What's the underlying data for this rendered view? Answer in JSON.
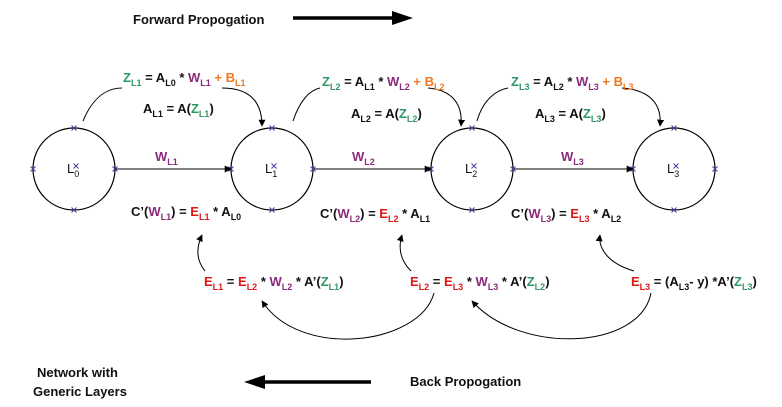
{
  "colors": {
    "black": "#111111",
    "weight": "#8b2a7a",
    "z": "#2e9a63",
    "bias": "#f07820",
    "error": "#e01818",
    "node_marker": "#4a3aa8"
  },
  "header": {
    "forward_label": "Forward Propogation",
    "back_label": "Back Propogation",
    "network_title_line1": "Network with",
    "network_title_line2": "Generic Layers"
  },
  "nodes": [
    {
      "name": "L",
      "sub": "0"
    },
    {
      "name": "L",
      "sub": "1"
    },
    {
      "name": "L",
      "sub": "2"
    },
    {
      "name": "L",
      "sub": "3"
    }
  ],
  "weights": [
    {
      "name": "W",
      "sub": "L1"
    },
    {
      "name": "W",
      "sub": "L2"
    },
    {
      "name": "W",
      "sub": "L3"
    }
  ],
  "z_equations": [
    [
      {
        "t": "Z",
        "c": "z"
      },
      {
        "t": "L1",
        "c": "z",
        "sub": true
      },
      {
        "t": " = A",
        "c": "black"
      },
      {
        "t": "L0",
        "c": "black",
        "sub": true
      },
      {
        "t": " * ",
        "c": "black"
      },
      {
        "t": "W",
        "c": "weight"
      },
      {
        "t": "L1",
        "c": "weight",
        "sub": true
      },
      {
        "t": " + B",
        "c": "bias"
      },
      {
        "t": "L1",
        "c": "bias",
        "sub": true
      }
    ],
    [
      {
        "t": "Z",
        "c": "z"
      },
      {
        "t": "L2",
        "c": "z",
        "sub": true
      },
      {
        "t": " = A",
        "c": "black"
      },
      {
        "t": "L1",
        "c": "black",
        "sub": true
      },
      {
        "t": " * ",
        "c": "black"
      },
      {
        "t": "W",
        "c": "weight"
      },
      {
        "t": "L2",
        "c": "weight",
        "sub": true
      },
      {
        "t": " + B",
        "c": "bias"
      },
      {
        "t": "L2",
        "c": "bias",
        "sub": true
      }
    ],
    [
      {
        "t": "Z",
        "c": "z"
      },
      {
        "t": "L3",
        "c": "z",
        "sub": true
      },
      {
        "t": " = A",
        "c": "black"
      },
      {
        "t": "L2",
        "c": "black",
        "sub": true
      },
      {
        "t": " * ",
        "c": "black"
      },
      {
        "t": "W",
        "c": "weight"
      },
      {
        "t": "L3",
        "c": "weight",
        "sub": true
      },
      {
        "t": " + B",
        "c": "bias"
      },
      {
        "t": "L3",
        "c": "bias",
        "sub": true
      }
    ]
  ],
  "a_equations": [
    [
      {
        "t": "A",
        "c": "black"
      },
      {
        "t": "L1",
        "c": "black",
        "sub": true
      },
      {
        "t": " = A(",
        "c": "black"
      },
      {
        "t": "Z",
        "c": "z"
      },
      {
        "t": "L1",
        "c": "z",
        "sub": true
      },
      {
        "t": ")",
        "c": "black"
      }
    ],
    [
      {
        "t": "A",
        "c": "black"
      },
      {
        "t": "L2",
        "c": "black",
        "sub": true
      },
      {
        "t": " = A(",
        "c": "black"
      },
      {
        "t": "Z",
        "c": "z"
      },
      {
        "t": "L2",
        "c": "z",
        "sub": true
      },
      {
        "t": ")",
        "c": "black"
      }
    ],
    [
      {
        "t": "A",
        "c": "black"
      },
      {
        "t": "L3",
        "c": "black",
        "sub": true
      },
      {
        "t": " = A(",
        "c": "black"
      },
      {
        "t": "Z",
        "c": "z"
      },
      {
        "t": "L3",
        "c": "z",
        "sub": true
      },
      {
        "t": ")",
        "c": "black"
      }
    ]
  ],
  "cost_equations": [
    [
      {
        "t": "C’(",
        "c": "black"
      },
      {
        "t": "W",
        "c": "weight"
      },
      {
        "t": "L1",
        "c": "weight",
        "sub": true
      },
      {
        "t": ") = ",
        "c": "black"
      },
      {
        "t": "E",
        "c": "error"
      },
      {
        "t": "L1",
        "c": "error",
        "sub": true
      },
      {
        "t": " * A",
        "c": "black"
      },
      {
        "t": "L0",
        "c": "black",
        "sub": true
      }
    ],
    [
      {
        "t": "C’(",
        "c": "black"
      },
      {
        "t": "W",
        "c": "weight"
      },
      {
        "t": "L2",
        "c": "weight",
        "sub": true
      },
      {
        "t": ") = ",
        "c": "black"
      },
      {
        "t": "E",
        "c": "error"
      },
      {
        "t": "L2",
        "c": "error",
        "sub": true
      },
      {
        "t": " * A",
        "c": "black"
      },
      {
        "t": "L1",
        "c": "black",
        "sub": true
      }
    ],
    [
      {
        "t": "C’(",
        "c": "black"
      },
      {
        "t": "W",
        "c": "weight"
      },
      {
        "t": "L3",
        "c": "weight",
        "sub": true
      },
      {
        "t": ") = ",
        "c": "black"
      },
      {
        "t": "E",
        "c": "error"
      },
      {
        "t": "L3",
        "c": "error",
        "sub": true
      },
      {
        "t": " * A",
        "c": "black"
      },
      {
        "t": "L2",
        "c": "black",
        "sub": true
      }
    ]
  ],
  "error_equations": [
    [
      {
        "t": "E",
        "c": "error"
      },
      {
        "t": "L1",
        "c": "error",
        "sub": true
      },
      {
        "t": " = ",
        "c": "black"
      },
      {
        "t": "E",
        "c": "error"
      },
      {
        "t": "L2",
        "c": "error",
        "sub": true
      },
      {
        "t": " * ",
        "c": "black"
      },
      {
        "t": "W",
        "c": "weight"
      },
      {
        "t": "L2",
        "c": "weight",
        "sub": true
      },
      {
        "t": " * A’(",
        "c": "black"
      },
      {
        "t": "Z",
        "c": "z"
      },
      {
        "t": "L1",
        "c": "z",
        "sub": true
      },
      {
        "t": ")",
        "c": "black"
      }
    ],
    [
      {
        "t": "E",
        "c": "error"
      },
      {
        "t": "L2",
        "c": "error",
        "sub": true
      },
      {
        "t": " = ",
        "c": "black"
      },
      {
        "t": "E",
        "c": "error"
      },
      {
        "t": "L3",
        "c": "error",
        "sub": true
      },
      {
        "t": " * ",
        "c": "black"
      },
      {
        "t": "W",
        "c": "weight"
      },
      {
        "t": "L3",
        "c": "weight",
        "sub": true
      },
      {
        "t": " * A’(",
        "c": "black"
      },
      {
        "t": "Z",
        "c": "z"
      },
      {
        "t": "L2",
        "c": "z",
        "sub": true
      },
      {
        "t": ")",
        "c": "black"
      }
    ],
    [
      {
        "t": "E",
        "c": "error"
      },
      {
        "t": "L3",
        "c": "error",
        "sub": true
      },
      {
        "t": " = (A",
        "c": "black"
      },
      {
        "t": "L3",
        "c": "black",
        "sub": true
      },
      {
        "t": "- y) *A’(",
        "c": "black"
      },
      {
        "t": "Z",
        "c": "z"
      },
      {
        "t": "L3",
        "c": "z",
        "sub": true
      },
      {
        "t": ")",
        "c": "black"
      }
    ]
  ]
}
